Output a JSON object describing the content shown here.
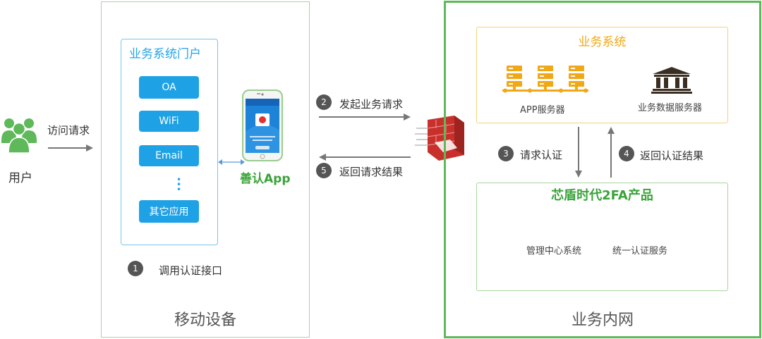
{
  "user": {
    "label": "用户",
    "icon": "users-group-icon"
  },
  "access": {
    "label": "访问请求"
  },
  "mobile": {
    "title": "移动设备",
    "portal": {
      "title": "业务系统门户",
      "apps": [
        "OA",
        "WiFi",
        "Email",
        "其它应用"
      ],
      "more": "⋮"
    },
    "phone_app": "善认App",
    "step1": {
      "num": "1",
      "label": "调用认证接口"
    }
  },
  "flow": {
    "step2": {
      "num": "2",
      "label": "发起业务请求"
    },
    "step5": {
      "num": "5",
      "label": "返回请求结果"
    }
  },
  "intranet": {
    "title": "业务内网",
    "biz": {
      "title": "业务系统",
      "app_server": "APP服务器",
      "data_server": "业务数据服务器"
    },
    "step3": {
      "num": "3",
      "label": "请求认证"
    },
    "step4": {
      "num": "4",
      "label": "返回认证结果"
    },
    "product": {
      "title": "芯盾时代2FA产品",
      "mgmt": "管理中心系统",
      "auth": "统一认证服务"
    }
  },
  "colors": {
    "green": "#5fb95a",
    "blue": "#1fa2e5",
    "orange": "#f0a817",
    "firewall": "#c8302c",
    "arrow": "#777777"
  }
}
